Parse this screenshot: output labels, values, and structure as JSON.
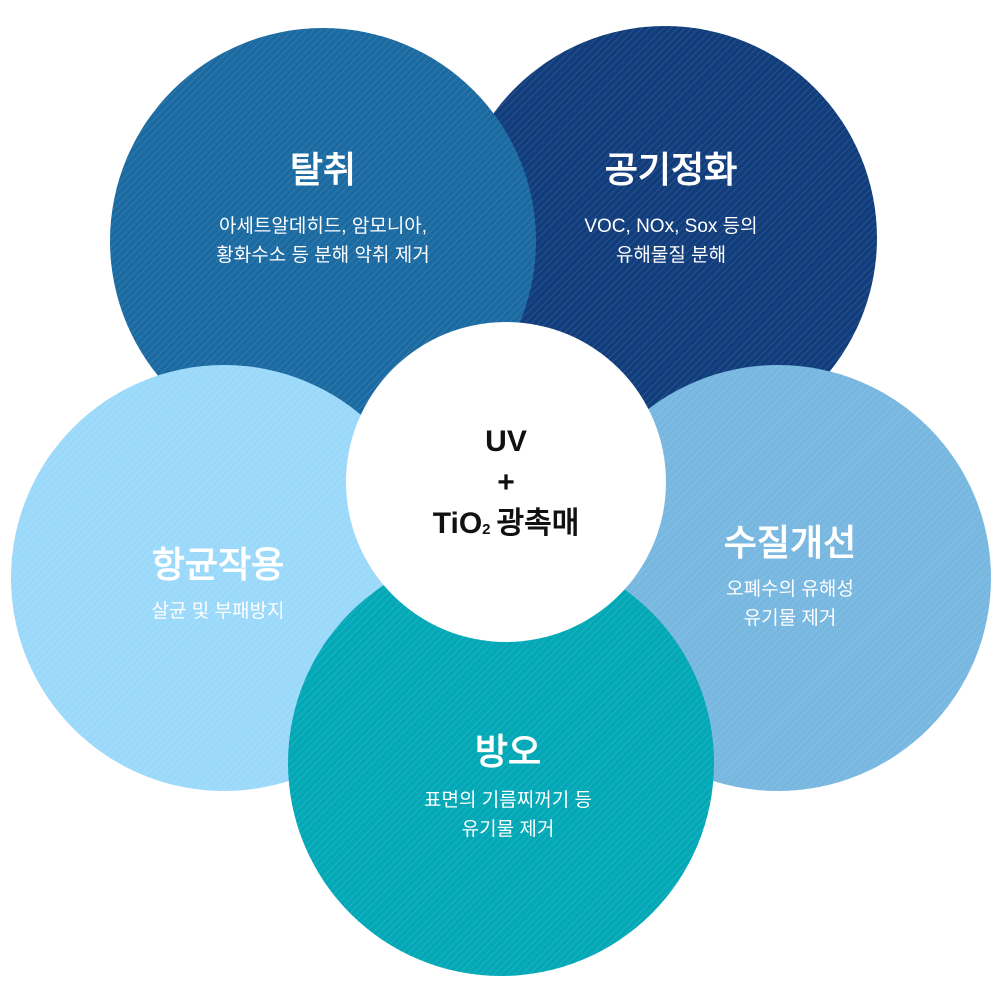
{
  "colors": {
    "deodorization": "#1b6aa2",
    "air_purification": "#113d7c",
    "antibacterial": "#9bd9fa",
    "water_quality": "#77b7e0",
    "stain_prevention": "#03a8b6",
    "center": "#ffffff"
  },
  "center": {
    "line1": "UV",
    "line2": "+",
    "line3_prefix": "TiO",
    "line3_subscript": "2",
    "line3_suffix": "광촉매"
  },
  "deodorization": {
    "title": "탈취",
    "desc_line1": "아세트알데히드, 암모니아,",
    "desc_line2": "황화수소 등 분해 악취 제거"
  },
  "air_purification": {
    "title": "공기정화",
    "desc_line1": "VOC, NOx, Sox 등의",
    "desc_line2": "유해물질 분해"
  },
  "antibacterial": {
    "title": "항균작용",
    "desc_line1": "살균 및 부패방지"
  },
  "water_quality": {
    "title": "수질개선",
    "desc_line1": "오폐수의 유해성",
    "desc_line2": "유기물 제거"
  },
  "stain_prevention": {
    "title": "방오",
    "desc_line1": "표면의 기름찌꺼기 등",
    "desc_line2": "유기물 제거"
  }
}
